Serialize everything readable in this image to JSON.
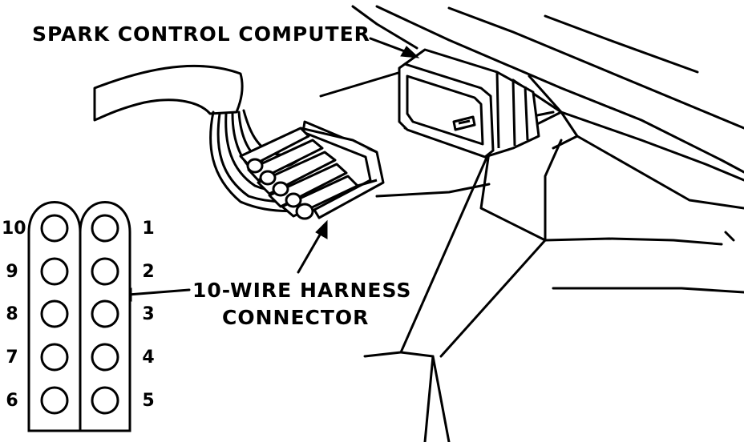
{
  "labels": {
    "computer": "SPARK CONTROL COMPUTER",
    "harness_line1": "10-WIRE HARNESS",
    "harness_line2": "CONNECTOR"
  },
  "pins": {
    "left_column": [
      "10",
      "9",
      "8",
      "7",
      "6"
    ],
    "right_column": [
      "1",
      "2",
      "3",
      "4",
      "5"
    ]
  },
  "colors": {
    "ink": "#000000",
    "paper": "#ffffff"
  }
}
